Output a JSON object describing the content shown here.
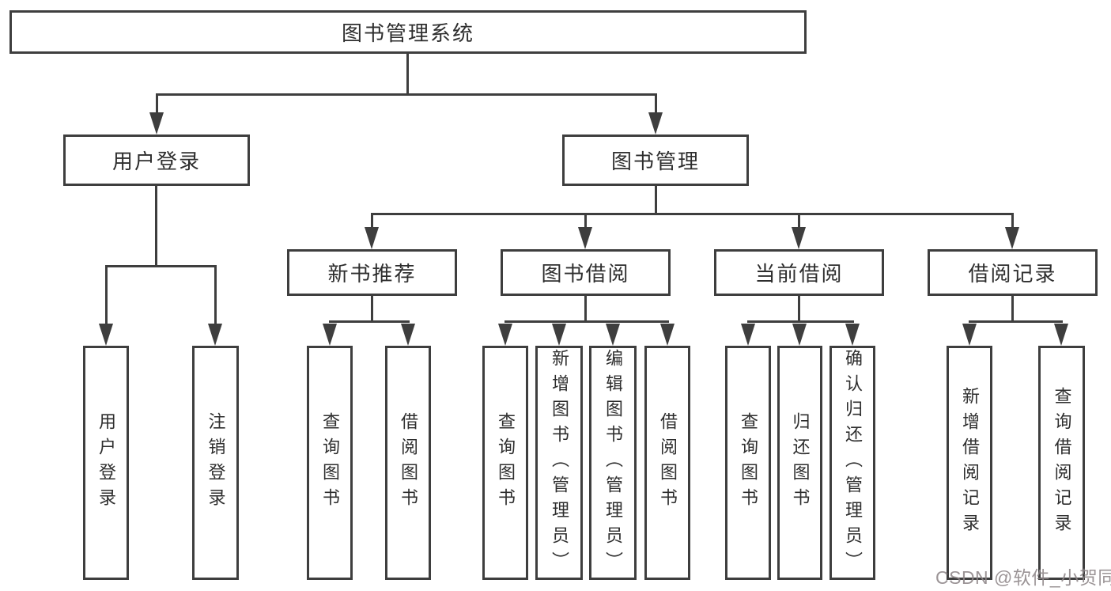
{
  "diagram": {
    "root_label": "图书管理系统",
    "level2": {
      "user_login": "用户登录",
      "book_mgmt": "图书管理"
    },
    "level3": {
      "new_book": "新书推荐",
      "book_borrow": "图书借阅",
      "current_borrow": "当前借阅",
      "borrow_record": "借阅记录"
    },
    "leaves": {
      "user_login": [
        "用户登录",
        "注销登录"
      ],
      "new_book": [
        "查询图书",
        "借阅图书"
      ],
      "book_borrow": [
        "查询图书",
        "新增图书（管理员）",
        "编辑图书（管理员）",
        "借阅图书"
      ],
      "current_borrow": [
        "查询图书",
        "归还图书",
        "确认归还（管理员）"
      ],
      "borrow_record": [
        "新增借阅记录",
        "查询借阅记录"
      ]
    }
  },
  "watermark": {
    "text": "CSDN @软件_小贺同学"
  },
  "colors": {
    "line": "#3e3e3e",
    "text": "#2e2e2e",
    "watermark": "#8d8587",
    "background": "#ffffff"
  }
}
